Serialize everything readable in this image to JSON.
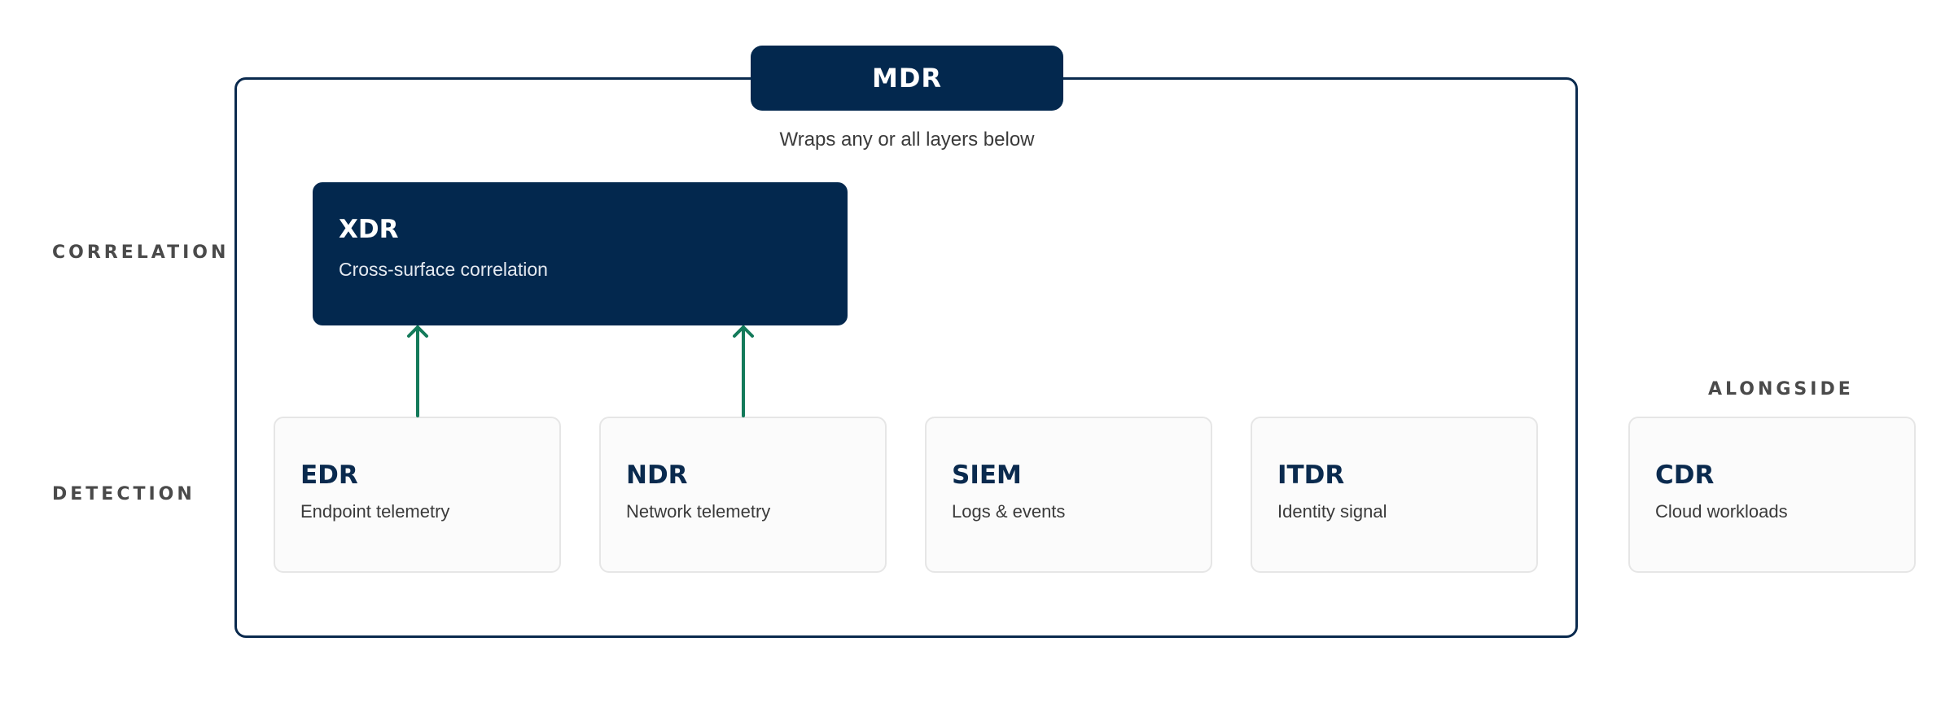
{
  "row_labels": {
    "correlation": "CORRELATION",
    "detection": "DETECTION",
    "alongside": "ALONGSIDE"
  },
  "mdr": {
    "title": "MDR",
    "subtitle": "Wraps any or all layers below"
  },
  "xdr": {
    "title": "XDR",
    "description": "Cross-surface correlation"
  },
  "detection_cards": [
    {
      "title": "EDR",
      "description": "Endpoint telemetry"
    },
    {
      "title": "NDR",
      "description": "Network telemetry"
    },
    {
      "title": "SIEM",
      "description": "Logs & events"
    },
    {
      "title": "ITDR",
      "description": "Identity signal"
    }
  ],
  "alongside_card": {
    "title": "CDR",
    "description": "Cloud workloads"
  },
  "colors": {
    "navy": "#03284e",
    "arrow": "#137a5a",
    "card_border": "#e6e6e6"
  },
  "connections": [
    {
      "from": "EDR",
      "to": "XDR"
    },
    {
      "from": "NDR",
      "to": "XDR"
    }
  ]
}
